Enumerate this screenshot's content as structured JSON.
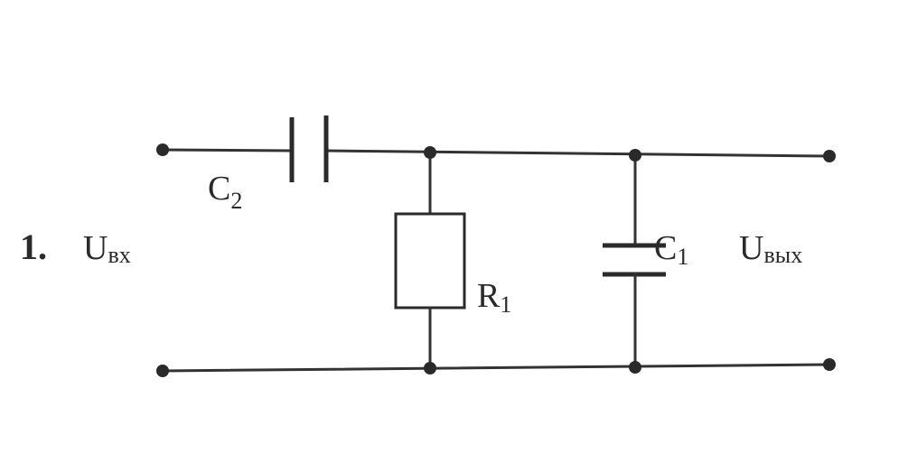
{
  "diagram": {
    "item_number": "1.",
    "input_label": {
      "main": "U",
      "subscript": "вх"
    },
    "output_label": {
      "main": "U",
      "subscript": "вых"
    },
    "components": {
      "c2": {
        "main": "C",
        "subscript": "2"
      },
      "r1": {
        "main": "R",
        "subscript": "1"
      },
      "c1": {
        "main": "C",
        "subscript": "1"
      }
    }
  }
}
